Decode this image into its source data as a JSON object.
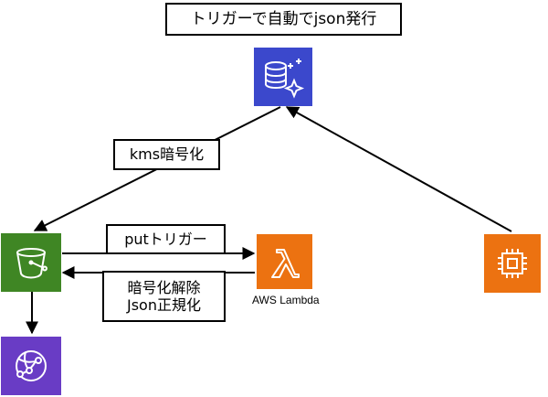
{
  "title_label": "トリガーで自動でjson発行",
  "kms_label": "kms暗号化",
  "put_label": "putトリガー",
  "decrypt_label_line1": "暗号化解除",
  "decrypt_label_line2": "Json正規化",
  "lambda_caption": "AWS Lambda",
  "icons": {
    "database": "database-sparkle-icon",
    "s3": "s3-bucket-icon",
    "lambda": "lambda-icon",
    "ec2": "ec2-chip-icon",
    "cloudfront": "cloudfront-icon"
  },
  "colors": {
    "database_bg": "#3b48cc",
    "s3_bg": "#3f8624",
    "lambda_bg": "#ec7211",
    "ec2_bg": "#ec7211",
    "cloudfront_bg": "#693cc5"
  }
}
